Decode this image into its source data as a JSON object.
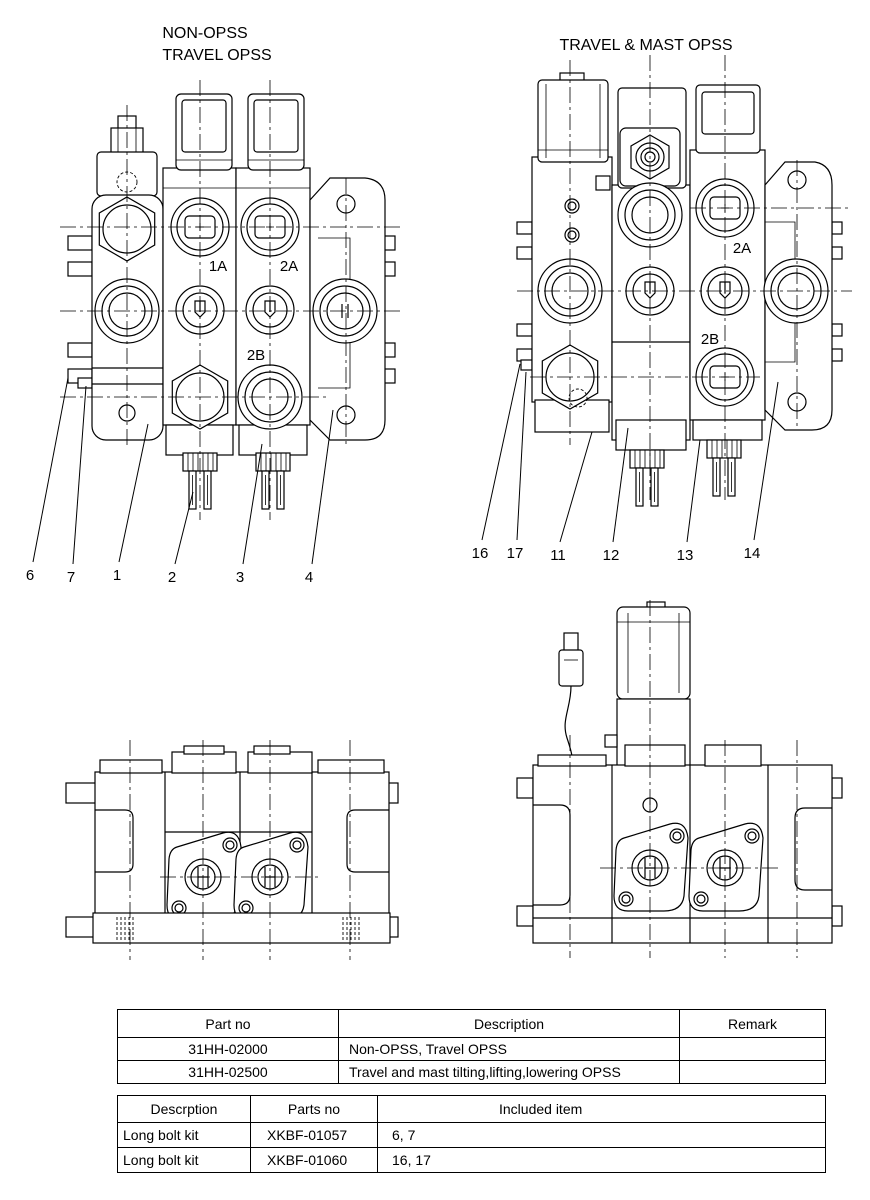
{
  "titles": {
    "left_line1": "NON-OPSS",
    "left_line2": "TRAVEL OPSS",
    "right": "TRAVEL & MAST OPSS"
  },
  "port_labels": {
    "left_1a": "1A",
    "left_2a": "2A",
    "left_2b": "2B",
    "right_2a": "2A",
    "right_2b": "2B"
  },
  "callouts": {
    "left": [
      "6",
      "7",
      "1",
      "2",
      "3",
      "4"
    ],
    "right": [
      "16",
      "17",
      "11",
      "12",
      "13",
      "14"
    ]
  },
  "parts_table": {
    "headers": [
      "Part no",
      "Description",
      "Remark"
    ],
    "rows": [
      [
        "31HH-02000",
        "Non-OPSS, Travel OPSS",
        ""
      ],
      [
        "31HH-02500",
        "Travel and mast tilting,lifting,lowering OPSS",
        ""
      ]
    ]
  },
  "kit_table": {
    "headers": [
      "Descrption",
      "Parts no",
      "Included item"
    ],
    "rows": [
      [
        "Long bolt kit",
        "XKBF-01057",
        "6, 7"
      ],
      [
        "Long bolt kit",
        "XKBF-01060",
        "16, 17"
      ]
    ]
  }
}
